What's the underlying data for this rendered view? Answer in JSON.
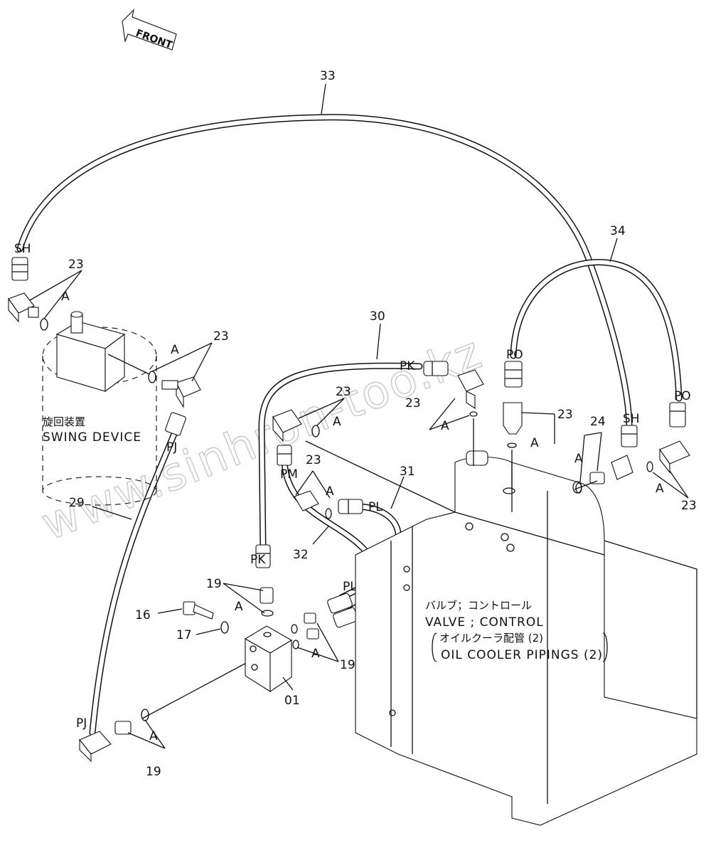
{
  "orientation": {
    "front_label": "FRONT"
  },
  "watermark": "www.sinhron-too.kz",
  "hoses": [
    {
      "id": "33",
      "label": "33"
    },
    {
      "id": "34",
      "label": "34"
    },
    {
      "id": "30",
      "label": "30"
    },
    {
      "id": "31",
      "label": "31"
    },
    {
      "id": "32",
      "label": "32"
    },
    {
      "id": "29",
      "label": "29"
    }
  ],
  "parts": {
    "p23": "23",
    "p24": "24",
    "p19": "19",
    "p16": "16",
    "p17": "17",
    "p01": "01"
  },
  "ports": {
    "sh": "SH",
    "pj": "PJ",
    "pk": "PK",
    "pm": "PM",
    "pl": "PL",
    "po": "PO"
  },
  "detail_mark": "A",
  "swing_device": {
    "jp": "旋回装置",
    "en": "SWING DEVICE"
  },
  "control_valve": {
    "jp": "バルブ；コントロール",
    "en": "VALVE ; CONTROL",
    "sub_jp": "オイルクーラ配管 (2)",
    "sub_en": "OIL COOLER PIPINGS (2)"
  }
}
